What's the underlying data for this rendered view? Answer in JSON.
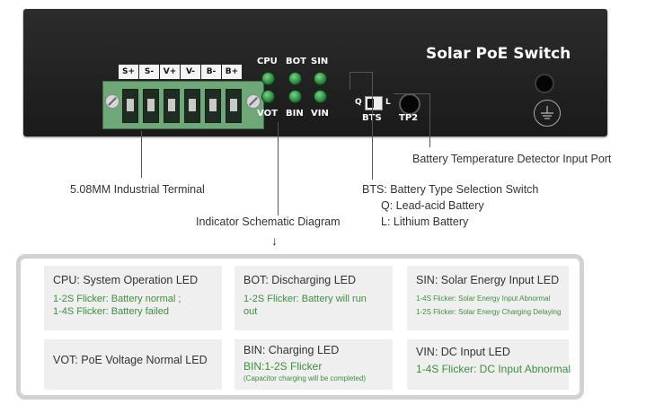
{
  "device": {
    "title": "Solar PoE Switch",
    "terminal_labels": [
      "S+",
      "S-",
      "V+",
      "V-",
      "B-",
      "B+"
    ],
    "led_top_labels": [
      "CPU",
      "BOT",
      "SIN"
    ],
    "led_bottom_labels": [
      "VOT",
      "BIN",
      "VIN"
    ],
    "switch_left": "Q",
    "switch_right": "L",
    "switch_label": "BTS",
    "port_label": "TP2"
  },
  "callouts": {
    "terminal": "5.08MM Industrial Terminal",
    "indicator": "Indicator Schematic Diagram",
    "arrow": "↓",
    "tp2": "Battery Temperature Detector Input Port",
    "bts_title": "BTS:  Battery Type Selection Switch",
    "bts_q": "Q:  Lead-acid Battery",
    "bts_l": "L:  Lithium Battery"
  },
  "cards": {
    "cpu": {
      "title": "CPU:  System Operation LED",
      "line1": "1-2S Flicker: Battery normal ;",
      "line2": "1-4S Flicker: Battery failed"
    },
    "bot": {
      "title": "BOT:  Discharging LED",
      "line1": "1-2S Flicker: Battery will run",
      "line2": "out"
    },
    "sin": {
      "title": "SIN:  Solar Energy Input LED",
      "line1": "1-4S Flicker: Solar Energy Input Abnormal",
      "line2": "1-2S Flicker: Solar Energy Charging Delaying"
    },
    "vot": {
      "title": "VOT:  PoE Voltage Normal LED"
    },
    "bin": {
      "title": "BIN:  Charging LED",
      "line1": "BIN:1-2S Flicker",
      "line2": "(Capacitor charging will be completed)"
    },
    "vin": {
      "title": "VIN:  DC Input LED",
      "line1": "1-4S Flicker: DC Input Abnormal"
    }
  },
  "colors": {
    "device": "#222222",
    "terminal": "#6fa878",
    "led": "#2c9a45",
    "panel_border": "#d2d2d2",
    "card_bg": "#efefef",
    "green_text": "#3f8f40"
  }
}
